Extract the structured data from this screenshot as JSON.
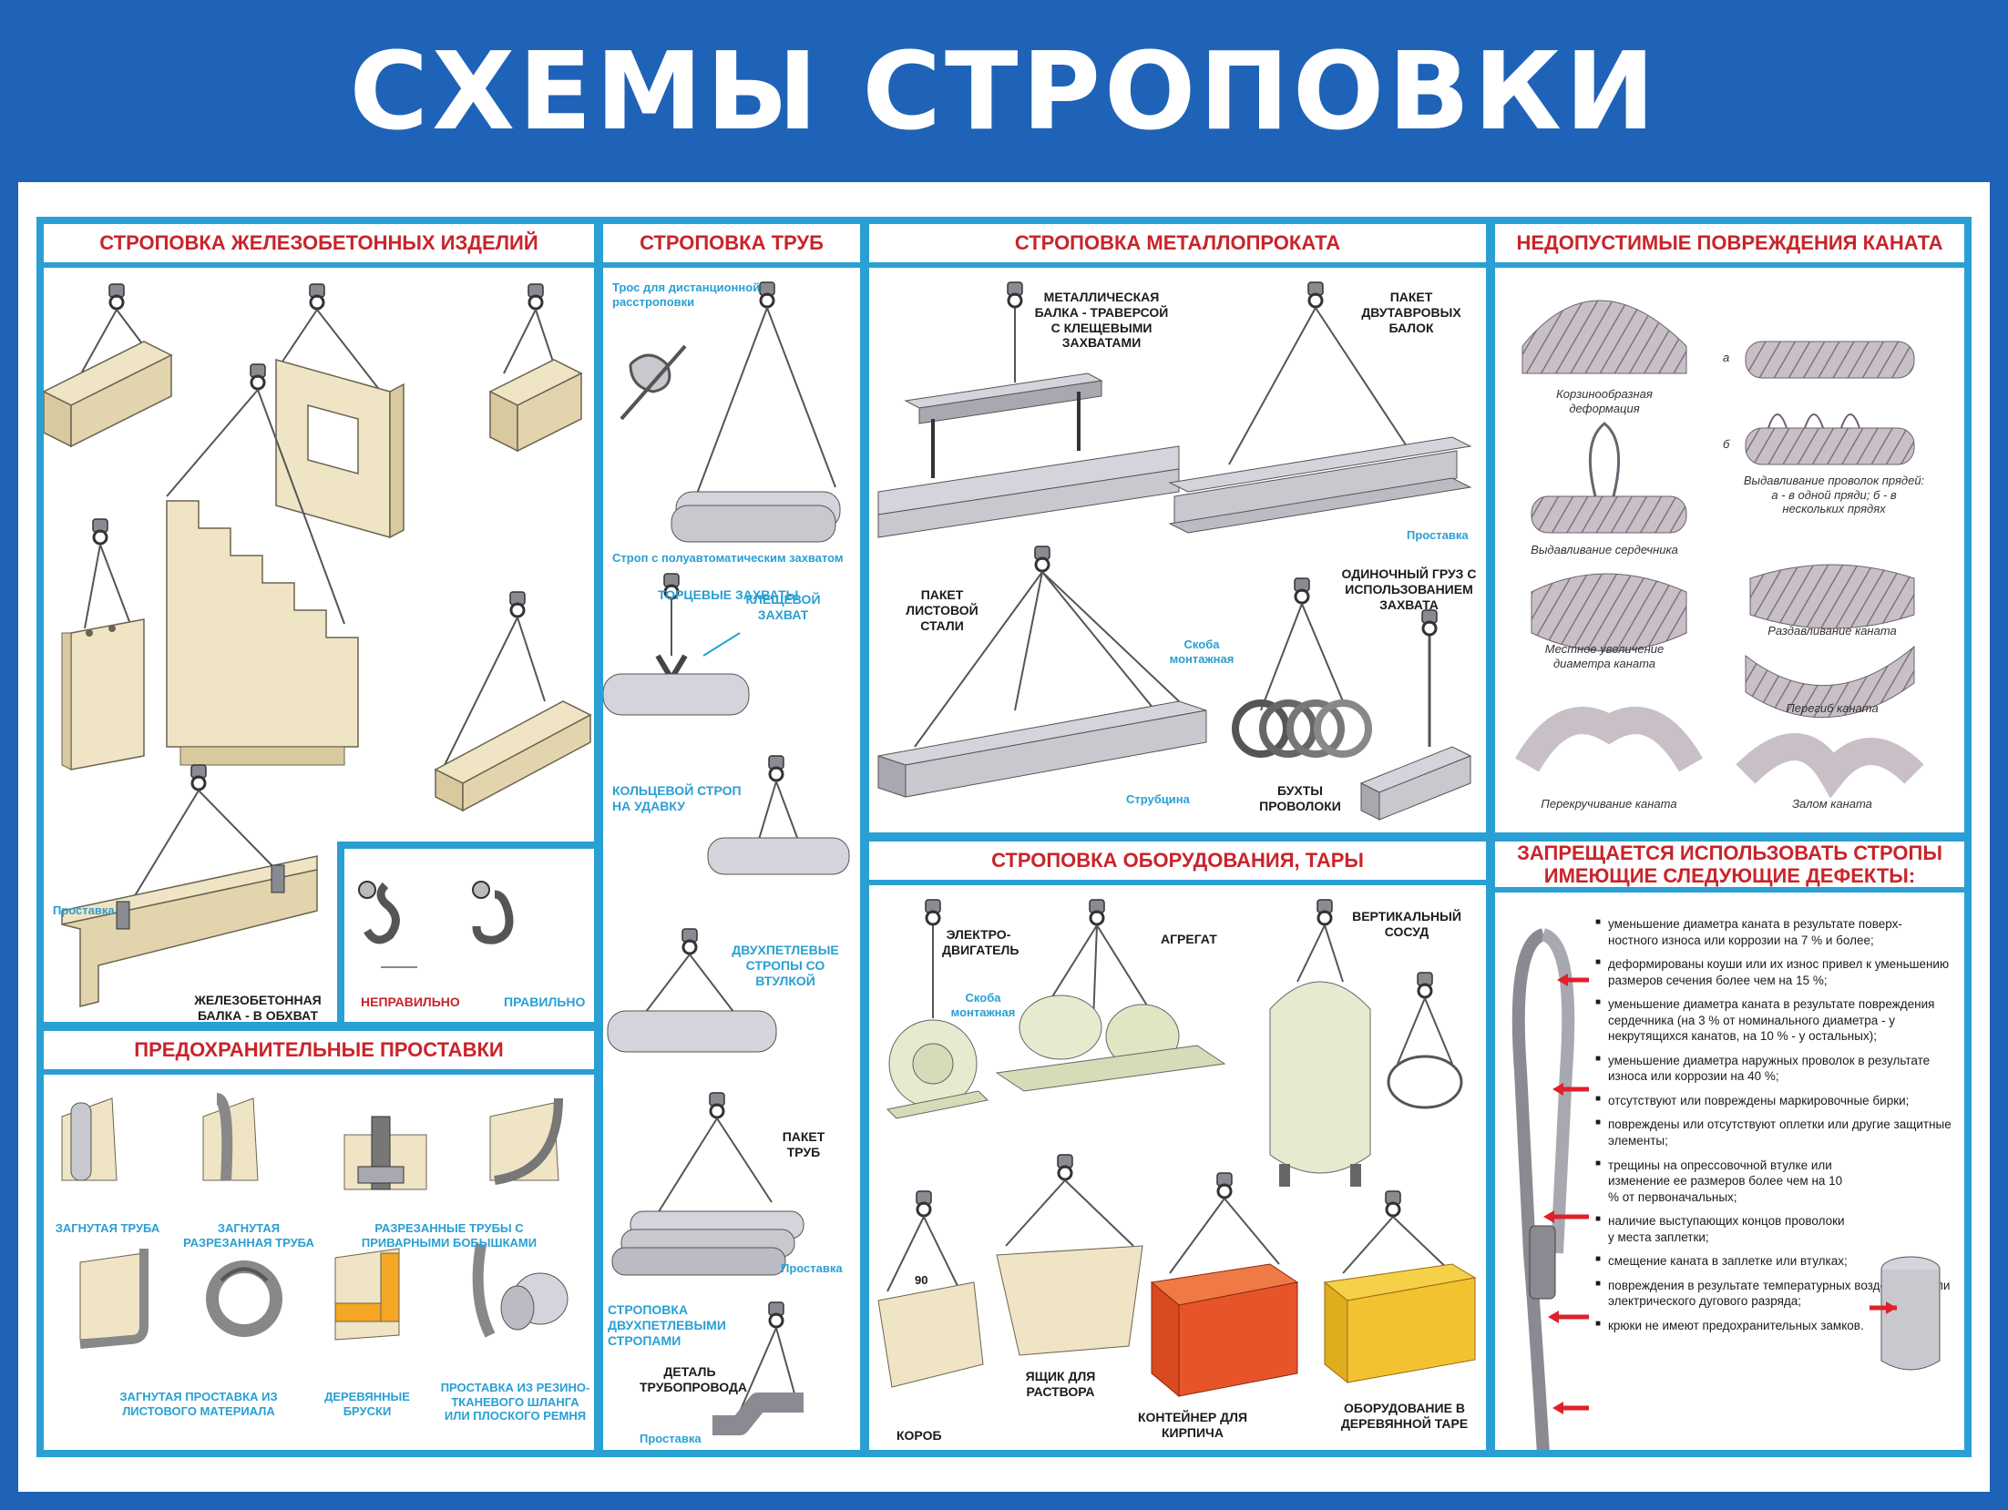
{
  "title": "СХЕМЫ СТРОПОВКИ",
  "colors": {
    "accent": "#1f63b8",
    "frame": "#2a9fd3",
    "heading": "#c9242b",
    "concrete": "#e8dcb8",
    "steel": "#c8c8cf",
    "brick": "#e8542a",
    "wood": "#f2c230"
  },
  "concrete": {
    "title": "СТРОПОВКА ЖЕЛЕЗОБЕТОННЫХ ИЗДЕЛИЙ",
    "spacer": "Проставка",
    "beam": "ЖЕЛЕЗОБЕТОННАЯ БАЛКА - В ОБХВАТ"
  },
  "hooks": {
    "wrong": "НЕПРАВИЛЬНО",
    "right": "ПРАВИЛЬНО"
  },
  "pipes": {
    "title": "СТРОПОВКА ТРУБ",
    "remote_cable": "Трос для дистанционной расстроповки",
    "sling_auto": "Строп с полуавтоматическим захватом",
    "end_grips": "ТОРЦЕВЫЕ ЗАХВАТЫ",
    "tong_grip": "КЛЕЩЕВОЙ ЗАХВАТ",
    "ring_sling": "КОЛЬЦЕВОЙ СТРОП НА УДАВКУ",
    "double_loop": "ДВУХПЕТЛЕВЫЕ СТРОПЫ СО ВТУЛКОЙ",
    "pipe_pack": "ПАКЕТ ТРУБ",
    "spacer": "Проставка",
    "double_loop_slinging": "СТРОПОВКА ДВУХПЕТЛЕВЫМИ СТРОПАМИ",
    "pipeline_part": "ДЕТАЛЬ ТРУБОПРОВОДА",
    "spacer2": "Проставка"
  },
  "metal": {
    "title": "СТРОПОВКА МЕТАЛЛОПРОКАТА",
    "traverse": "МЕТАЛЛИЧЕСКАЯ БАЛКА - ТРАВЕРСОЙ С КЛЕЩЕВЫМИ ЗАХВАТАМИ",
    "ibeams": "ПАКЕТ ДВУТАВРОВЫХ БАЛОК",
    "spacer": "Проставка",
    "sheet_steel": "ПАКЕТ ЛИСТОВОЙ СТАЛИ",
    "shackle": "Скоба монтажная",
    "clamp": "Струбцина",
    "coils": "БУХТЫ ПРОВОЛОКИ",
    "single_load": "ОДИНОЧНЫЙ ГРУЗ С ИСПОЛЬЗОВАНИЕМ ЗАХВАТА"
  },
  "rope_damage": {
    "title": "НЕДОПУСТИМЫЕ ПОВРЕЖДЕНИЯ КАНАТА",
    "items": [
      "Корзинообразная деформация",
      "Выдавливание проволок прядей: а - в одной пряди; б - в нескольких прядях",
      "Выдавливание сердечника",
      "Раздавливание каната",
      "Местное увеличение диаметра каната",
      "Перегиб каната",
      "Перекручивание каната",
      "Залом каната"
    ],
    "mark_a": "а",
    "mark_b": "б"
  },
  "spacers": {
    "title": "ПРЕДОХРАНИТЕЛЬНЫЕ ПРОСТАВКИ",
    "items": [
      "ЗАГНУТАЯ ТРУБА",
      "ЗАГНУТАЯ РАЗРЕЗАННАЯ ТРУБА",
      "РАЗРЕЗАННЫЕ ТРУБЫ С ПРИВАРНЫМИ БОБЫШКАМИ",
      "ЗАГНУТАЯ ПРОСТАВКА ИЗ ЛИСТОВОГО МАТЕРИАЛА",
      "ДЕРЕВЯННЫЕ БРУСКИ",
      "ПРОСТАВКА ИЗ РЕЗИНО-ТКАНЕВОГО ШЛАНГА ИЛИ ПЛОСКОГО РЕМНЯ"
    ]
  },
  "equipment": {
    "title": "СТРОПОВКА ОБОРУДОВАНИЯ, ТАРЫ",
    "motor": "ЭЛЕКТРО-ДВИГАТЕЛЬ",
    "shackle": "Скоба монтажная",
    "unit": "АГРЕГАТ",
    "vessel": "ВЕРТИКАЛЬНЫЙ СОСУД",
    "box": "КОРОБ",
    "angle": "90",
    "mortar": "ЯЩИК ДЛЯ РАСТВОРА",
    "brick": "КОНТЕЙНЕР ДЛЯ КИРПИЧА",
    "wooden": "ОБОРУДОВАНИЕ В ДЕРЕВЯННОЙ ТАРЕ"
  },
  "forbidden": {
    "title": "ЗАПРЕЩАЕТСЯ ИСПОЛЬЗОВАТЬ СТРОПЫ ИМЕЮЩИЕ СЛЕДУЮЩИЕ ДЕФЕКТЫ:",
    "items": [
      "уменьшение диаметра каната в результате поверх- ностного износа или коррозии на 7 % и более;",
      "деформированы коуши или их износ привел к уменьшению размеров сечения более чем на 15 %;",
      "уменьшение диаметра каната в результате повреждения сердечника (на 3 % от номинального диаметра - у некрутящихся канатов, на 10 % - у остальных);",
      "уменьшение диаметра наружных проволок в результате износа или коррозии на 40 %;",
      "отсутствуют или повреждены маркировочные бирки;",
      "повреждены или отсутствуют оплетки или другие защитные элементы;",
      "трещины на опрессовочной втулке или изменение ее размеров более чем на 10 % от первоначальных;",
      "наличие выступающих концов проволоки у места заплетки;",
      "смещение каната в заплетке или втулках;",
      "повреждения в результате температурных воздействий или электрического дугового разряда;",
      "крюки не имеют предохранительных замков."
    ]
  }
}
